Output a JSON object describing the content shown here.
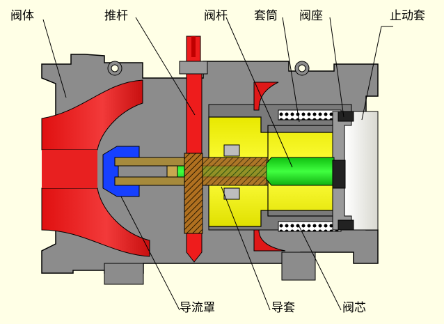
{
  "labels": {
    "body": "阀体",
    "push_rod": "推杆",
    "valve_stem": "阀杆",
    "sleeve": "套筒",
    "valve_seat": "阀座",
    "stop_sleeve": "止动套",
    "deflector": "导流罩",
    "guide_sleeve": "导套",
    "valve_core": "阀芯"
  },
  "colors": {
    "background": "#ffffe6",
    "body_gray": "#8c8c8c",
    "flow_red": "#ee1c1c",
    "core_yellow": "#f2f200",
    "stem_green": "#22e022",
    "deflector_blue": "#1640ff",
    "guide_brown": "#a68a3c",
    "stop_sleeve_white": "#f0f0e6"
  }
}
